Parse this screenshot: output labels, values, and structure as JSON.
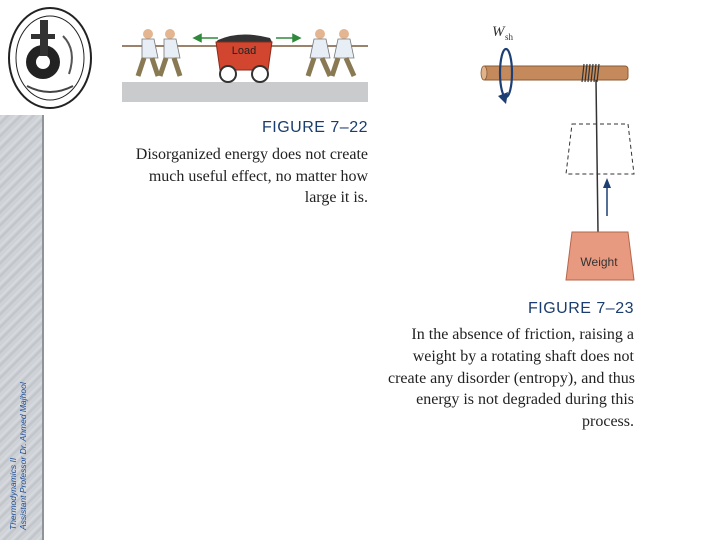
{
  "sidebar": {
    "course": "Thermodynamics II",
    "instructor": "Assistant Professor Dr. Ahmed Majhool"
  },
  "figure_7_22": {
    "label": "FIGURE 7–22",
    "cart_text": "Load",
    "caption_lines": [
      "Disorganized energy does not create",
      "much useful effect, no matter how",
      "large it is."
    ]
  },
  "figure_7_23": {
    "label": "FIGURE 7–23",
    "shaft_symbol": "W",
    "shaft_subscript": "sh",
    "weight_text": "Weight",
    "caption_lines": [
      "In the absence of friction, raising a",
      "weight by a rotating shaft does not",
      "create any disorder (entropy), and thus",
      "energy is not degraded during this",
      "process."
    ]
  },
  "colors": {
    "label_blue": "#1b3c6e",
    "cart_red": "#d2452f",
    "weight_salmon": "#e89a80",
    "shaft_tan": "#c48a5b",
    "arrow_green": "#2f8a3b"
  }
}
